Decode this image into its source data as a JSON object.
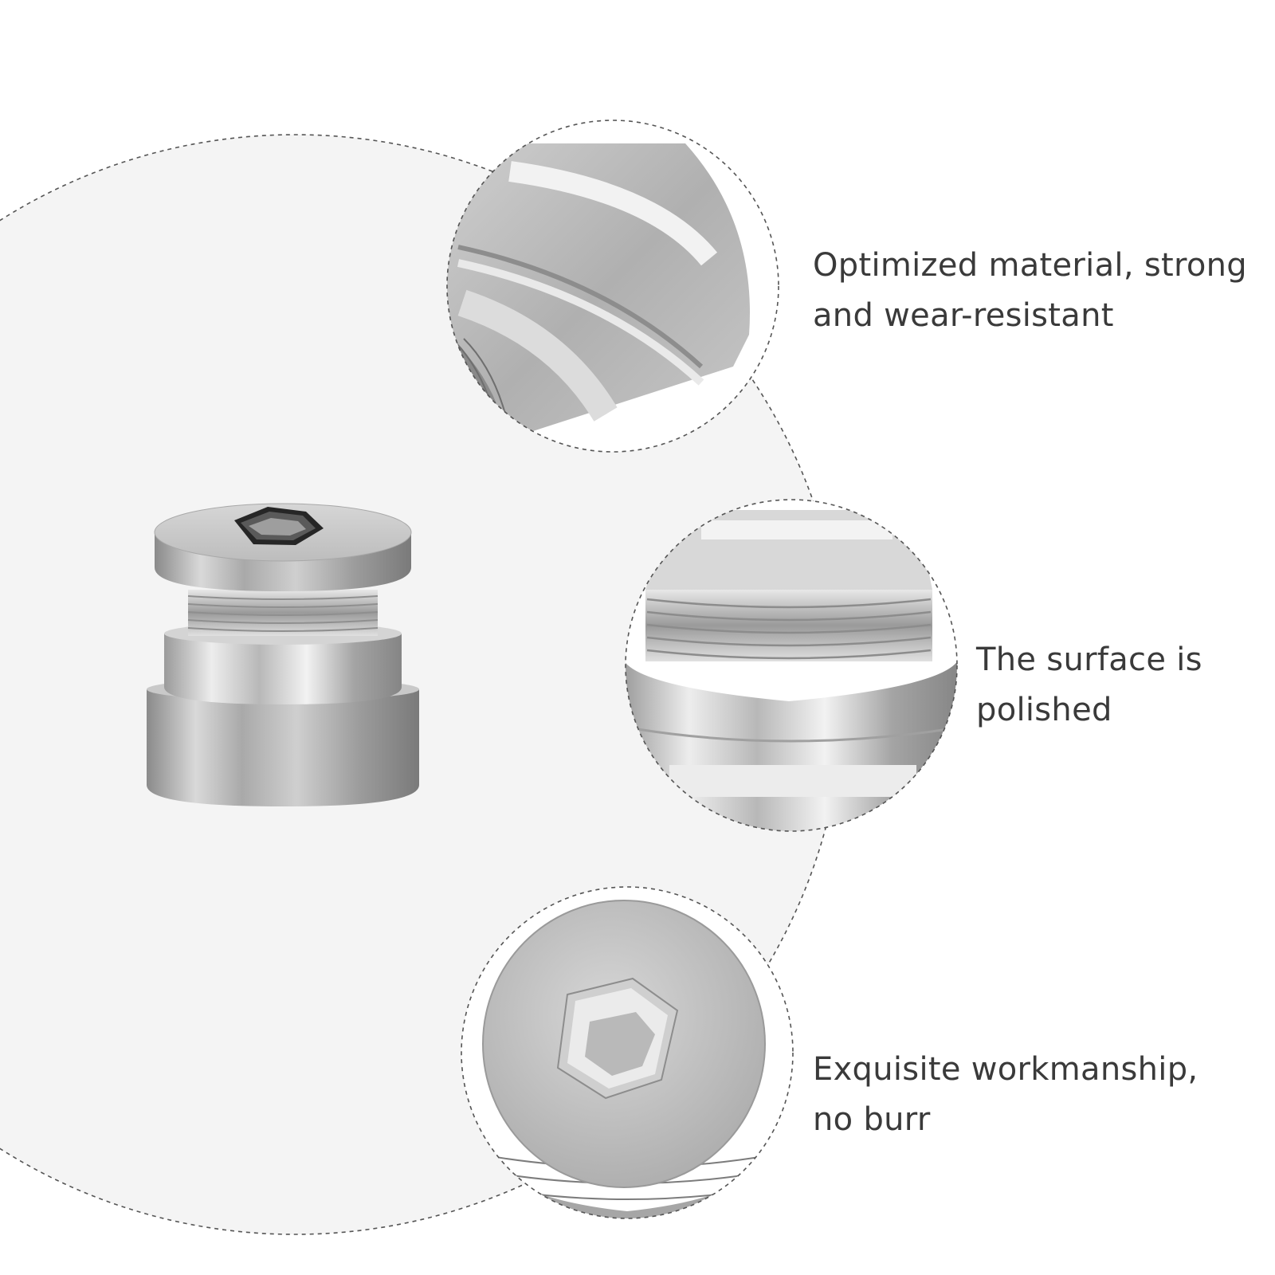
{
  "features": [
    {
      "line1": "Optimized material, strong",
      "line2": "and wear-resistant"
    },
    {
      "line1": "The surface is",
      "line2": "polished"
    },
    {
      "line1": "Exquisite workmanship,",
      "line2": "no burr"
    }
  ],
  "colors": {
    "background": "#ffffff",
    "backdrop_circle": "#f4f4f4",
    "dashed_outline": "#555555",
    "metal_light": "#e6e6e6",
    "metal_mid": "#b5b5b5",
    "metal_dark": "#7d7d7d",
    "text": "#3a3a3a"
  },
  "icons": {
    "product": "hex-socket-plug-icon",
    "zoom_1": "plug-rim-detail-icon",
    "zoom_2": "plug-thread-detail-icon",
    "zoom_3": "plug-hex-face-detail-icon"
  }
}
